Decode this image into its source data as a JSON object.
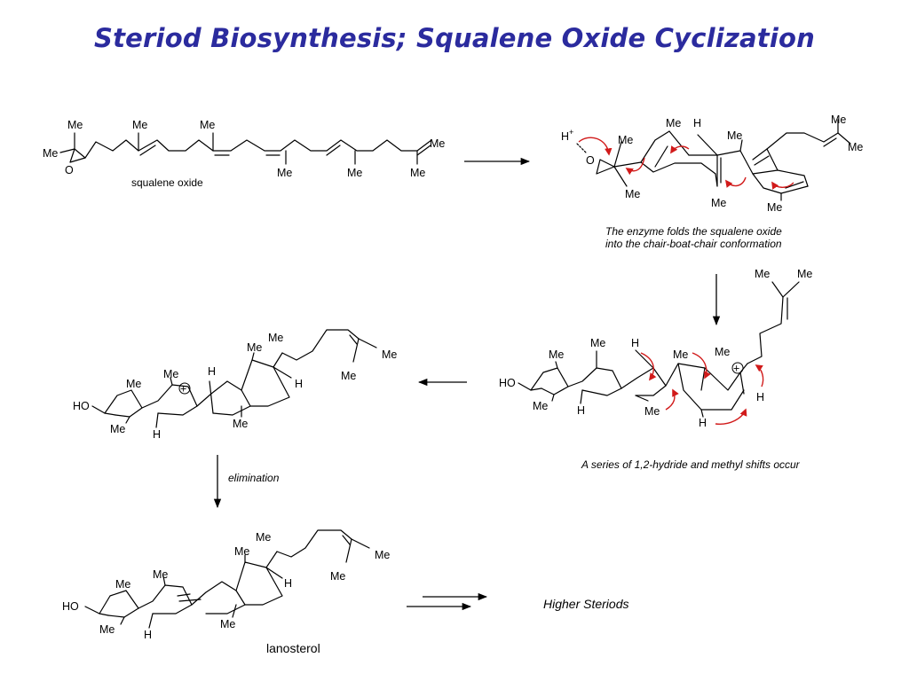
{
  "title": "Steriod Biosynthesis; Squalene Oxide Cyclization",
  "labels": {
    "me": "Me",
    "h": "H",
    "ho": "HO",
    "o": "O",
    "h_plus": "H",
    "plus_sup": "+",
    "cation": "+"
  },
  "captions": {
    "squalene_oxide": "squalene oxide",
    "fold_line1": "The enzyme folds the squalene oxide",
    "fold_line2": "into the chair-boat-chair conformation",
    "shifts": "A series of 1,2-hydride and methyl shifts occur",
    "elimination": "elimination",
    "lanosterol": "lanosterol",
    "higher_steroids": "Higher Steriods"
  },
  "colors": {
    "title": "#2b2b9e",
    "curved_arrows": "#d11a1a",
    "bonds": "#000000"
  }
}
